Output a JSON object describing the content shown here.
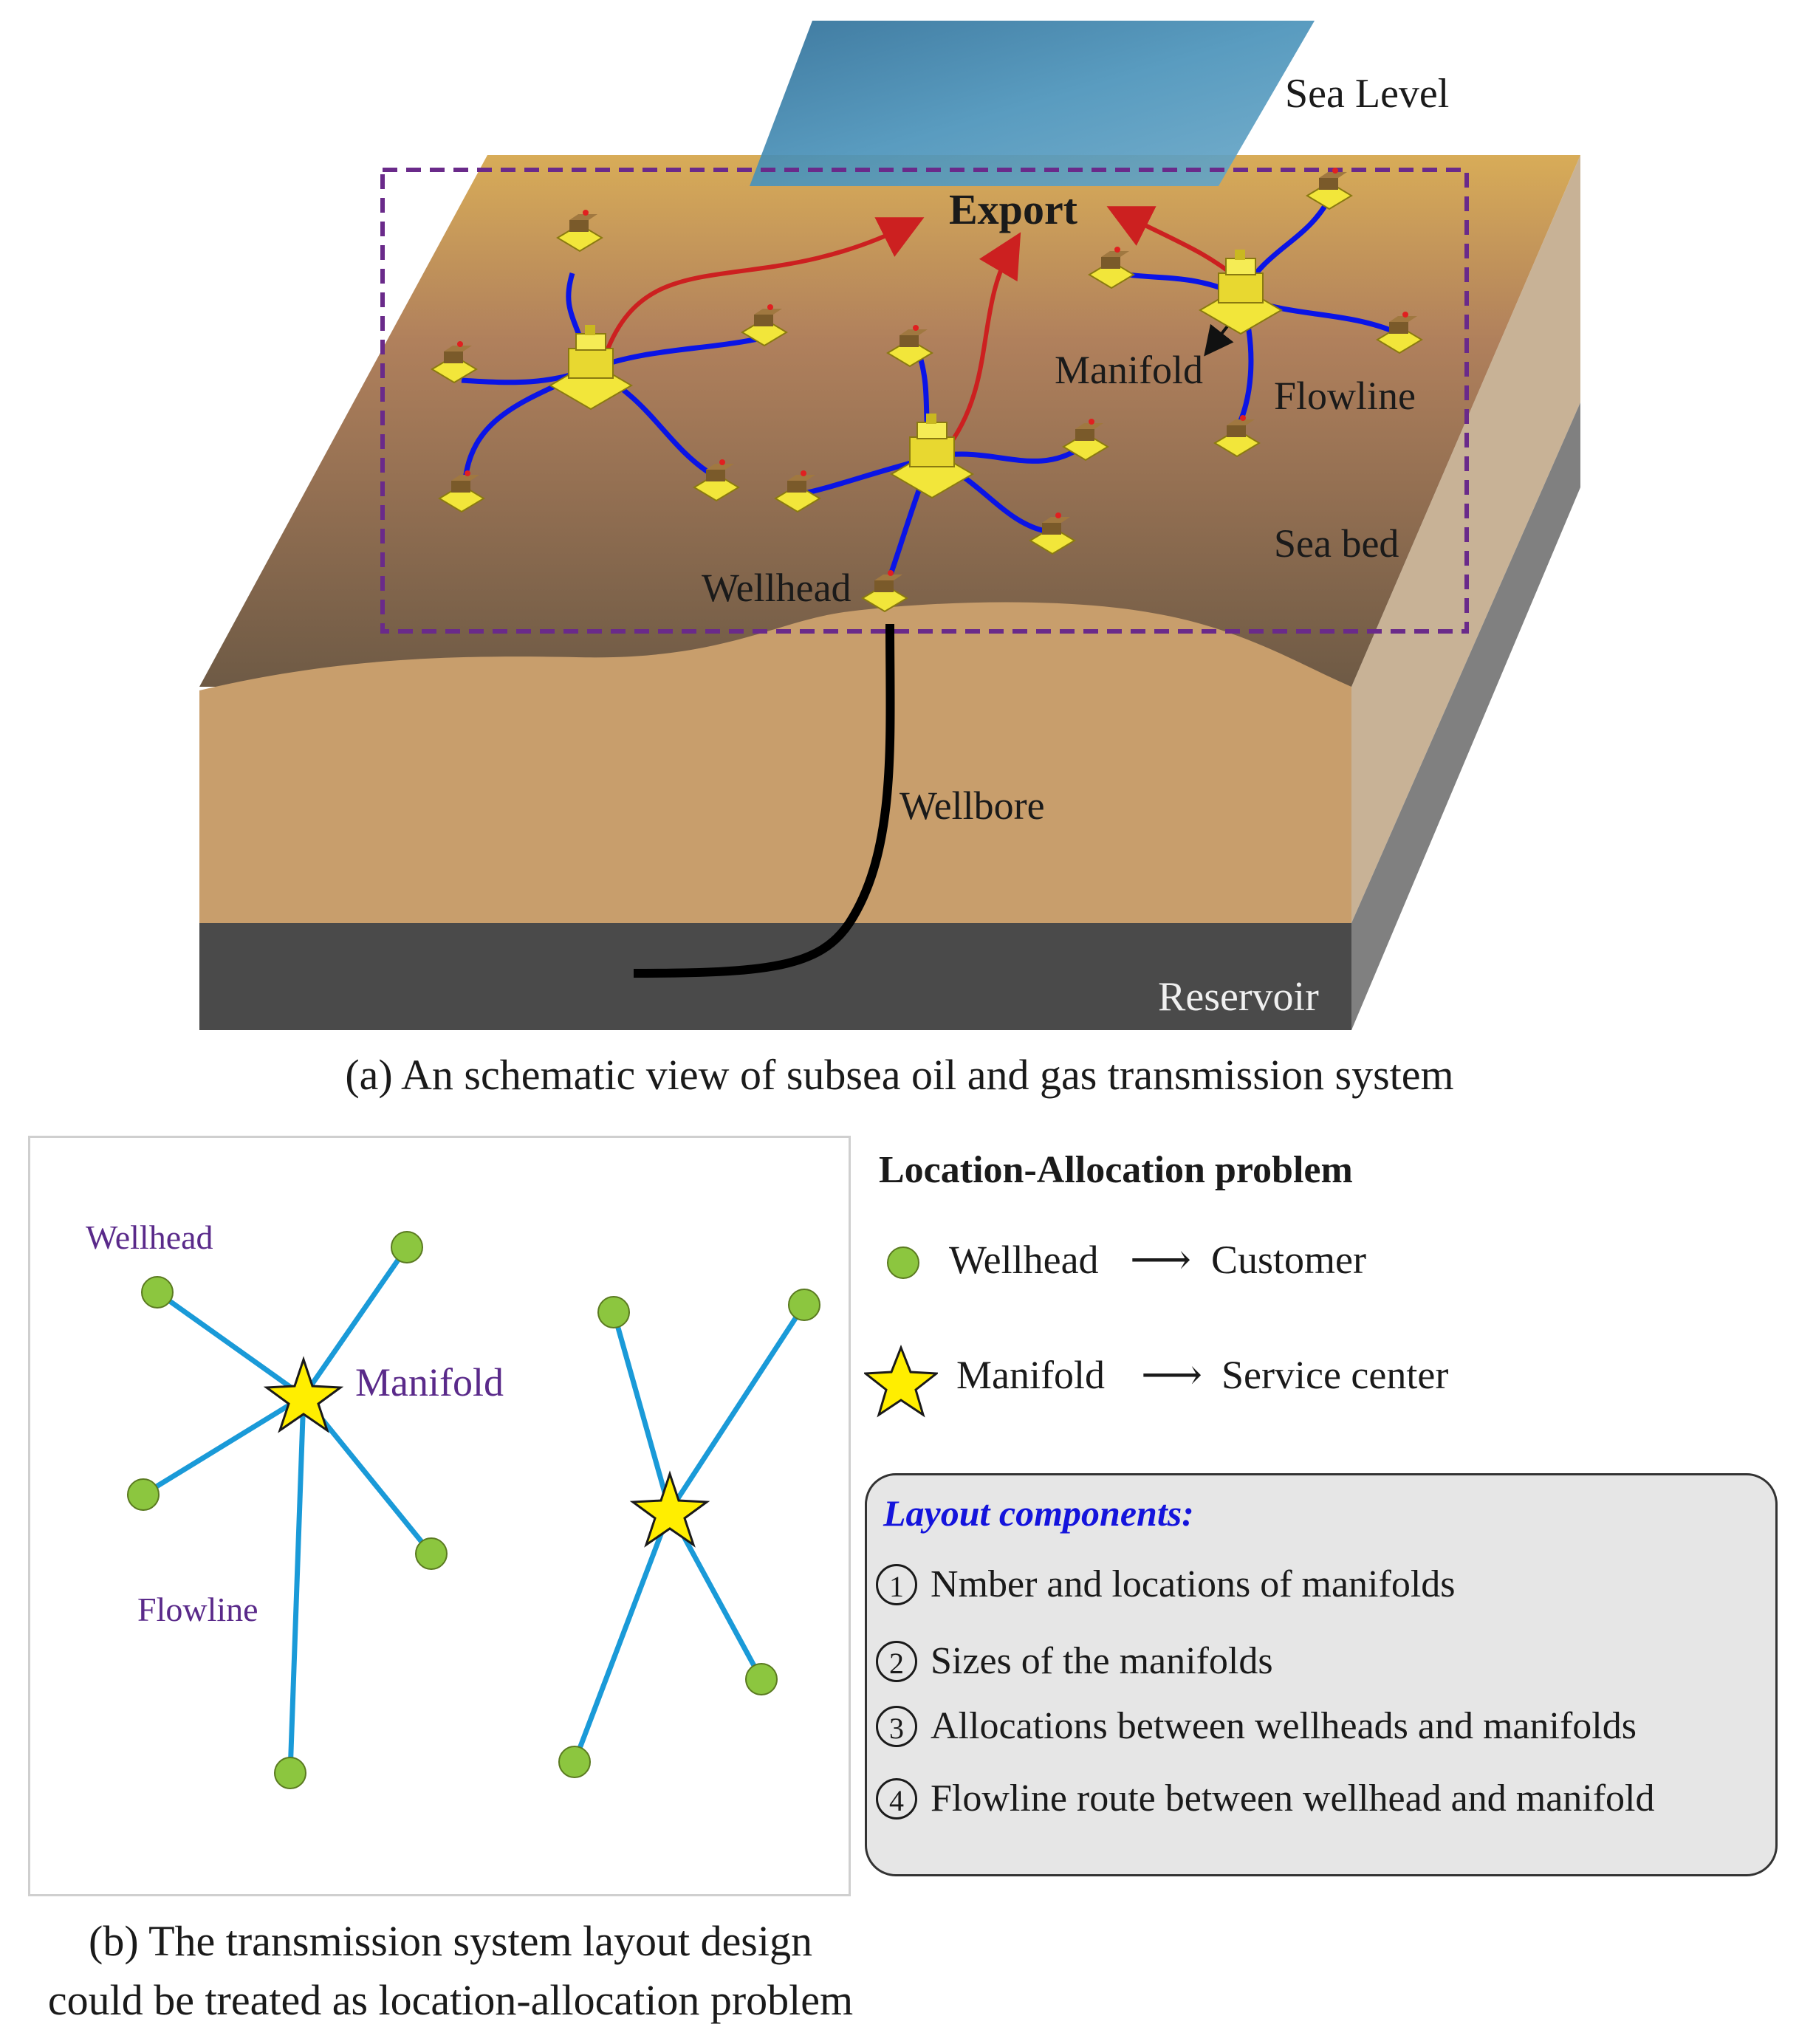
{
  "panel_a": {
    "labels": {
      "sea_level": "Sea Level",
      "export": "Export",
      "manifold": "Manifold",
      "flowline": "Flowline",
      "sea_bed": "Sea bed",
      "wellhead": "Wellhead",
      "wellbore": "Wellbore",
      "reservoir": "Reservoir"
    },
    "caption": "(a) An schematic view of subsea oil and gas transmission system",
    "colors": {
      "flowline": "#0a14e6",
      "export_arrow": "#cc2020",
      "dashed_box": "#6a2a8a",
      "water": "#4a90b8",
      "seabed_top": "#d9a85a",
      "seabed_bottom": "#6e5540",
      "sediment": "#c89e6c",
      "reservoir": "#4a4a4a",
      "equipment": "#f2e63a"
    }
  },
  "panel_b": {
    "labels": {
      "wellhead": "Wellhead",
      "manifold": "Manifold",
      "flowline": "Flowline"
    },
    "colors": {
      "flowline": "#1a9ad8",
      "wellhead": "#8cc63f",
      "manifold": "#ffee00",
      "label": "#5a2a8a"
    },
    "caption_line1": "(b) The transmission system layout design",
    "caption_line2": "could be treated as location-allocation problem"
  },
  "legend": {
    "title": "Location-Allocation problem",
    "rows": [
      {
        "symbol": "green-circle",
        "left": "Wellhead",
        "right": "Customer"
      },
      {
        "symbol": "yellow-star",
        "left": "Manifold",
        "right": "Service center"
      }
    ]
  },
  "layout_components": {
    "title": "Layout components:",
    "items": [
      {
        "num": "1",
        "text": "Nmber and locations of manifolds"
      },
      {
        "num": "2",
        "text": "Sizes of the manifolds"
      },
      {
        "num": "3",
        "text": "Allocations between wellheads and manifolds"
      },
      {
        "num": "4",
        "text": "Flowline route between wellhead and manifold"
      }
    ]
  }
}
